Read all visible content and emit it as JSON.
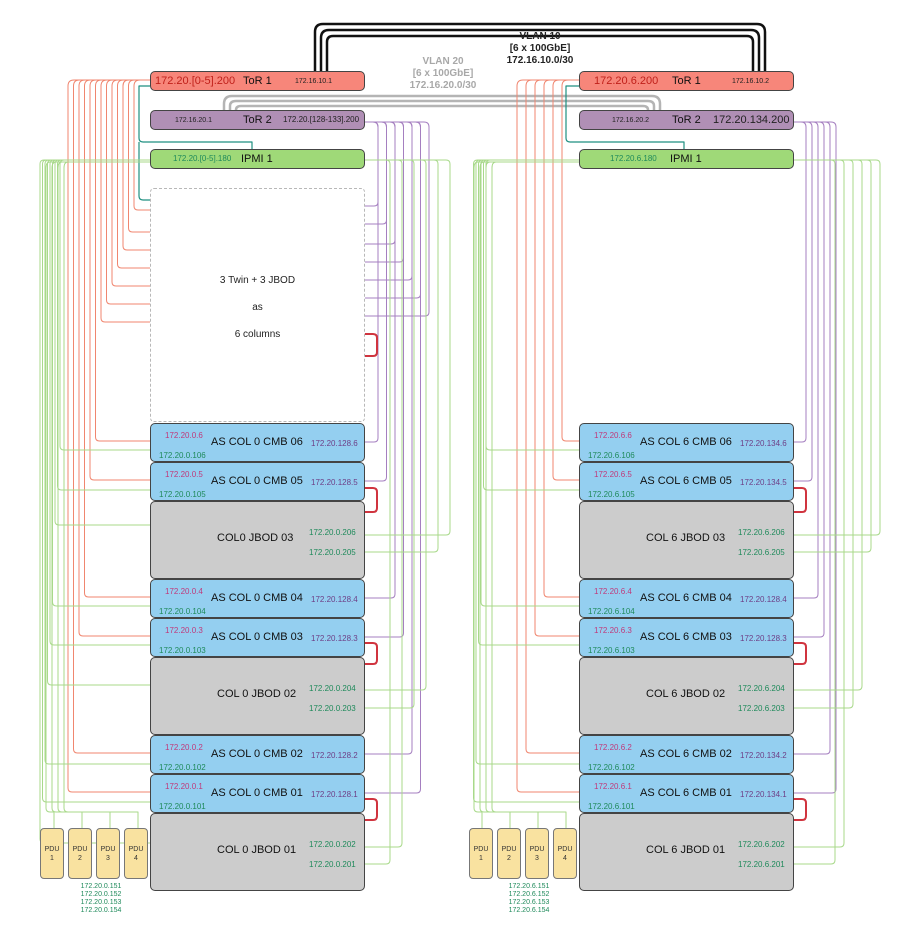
{
  "vlan10": {
    "line1": "VLAN 10",
    "line2": "[6 x 100GbE]",
    "line3": "172.16.10.0/30"
  },
  "vlan20": {
    "line1": "VLAN 20",
    "line2": "[6 x 100GbE]",
    "line3": "172.16.20.0/30"
  },
  "left": {
    "tor1": {
      "ip_main": "172.20.[0-5].200",
      "label": "ToR 1",
      "ip_link": "172.16.10.1"
    },
    "tor2": {
      "ip_link": "172.16.20.1",
      "label": "ToR 2",
      "ip_main": "172.20.[128-133].200"
    },
    "ipmi": {
      "ip": "172.20.[0-5].180",
      "label": "IPMI 1"
    },
    "note": {
      "line1": "3 Twin + 3 JBOD",
      "line2": "as",
      "line3": "6 columns"
    },
    "nodes": [
      {
        "kind": "cmb",
        "ip_top": "172.20.0.6",
        "label": "AS COL 0 CMB 06",
        "ip_right": "172.20.128.6",
        "ip_bottom": "172.20.0.106"
      },
      {
        "kind": "cmb",
        "ip_top": "172.20.0.5",
        "label": "AS COL 0 CMB 05",
        "ip_right": "172.20.128.5",
        "ip_bottom": "172.20.0.105"
      },
      {
        "kind": "jbod",
        "label": "COL0 JBOD 03",
        "ip_a": "172.20.0.206",
        "ip_b": "172.20.0.205"
      },
      {
        "kind": "cmb",
        "ip_top": "172.20.0.4",
        "label": "AS COL 0 CMB 04",
        "ip_right": "172.20.128.4",
        "ip_bottom": "172.20.0.104"
      },
      {
        "kind": "cmb",
        "ip_top": "172.20.0.3",
        "label": "AS COL 0 CMB 03",
        "ip_right": "172.20.128.3",
        "ip_bottom": "172.20.0.103"
      },
      {
        "kind": "jbod",
        "label": "COL 0 JBOD 02",
        "ip_a": "172.20.0.204",
        "ip_b": "172.20.0.203"
      },
      {
        "kind": "cmb",
        "ip_top": "172.20.0.2",
        "label": "AS COL 0 CMB 02",
        "ip_right": "172.20.128.2",
        "ip_bottom": "172.20.0.102"
      },
      {
        "kind": "cmb",
        "ip_top": "172.20.0.1",
        "label": "AS COL 0 CMB 01",
        "ip_right": "172.20.128.1",
        "ip_bottom": "172.20.0.101"
      },
      {
        "kind": "jbod",
        "label": "COL 0 JBOD 01",
        "ip_a": "172.20.0.202",
        "ip_b": "172.20.0.201"
      }
    ],
    "pdus": [
      {
        "line1": "PDU",
        "line2": "1"
      },
      {
        "line1": "PDU",
        "line2": "2"
      },
      {
        "line1": "PDU",
        "line2": "3"
      },
      {
        "line1": "PDU",
        "line2": "4"
      }
    ],
    "pdu_ips": [
      "172.20.0.151",
      "172.20.0.152",
      "172.20.0.153",
      "172.20.0.154"
    ]
  },
  "right": {
    "tor1": {
      "ip_main": "172.20.6.200",
      "label": "ToR 1",
      "ip_link": "172.16.10.2"
    },
    "tor2": {
      "ip_link": "172.16.20.2",
      "label": "ToR 2",
      "ip_main": "172.20.134.200"
    },
    "ipmi": {
      "ip": "172.20.6.180",
      "label": "IPMI 1"
    },
    "nodes": [
      {
        "kind": "cmb",
        "ip_top": "172.20.6.6",
        "label": "AS COL 6 CMB 06",
        "ip_right": "172.20.134.6",
        "ip_bottom": "172.20.6.106"
      },
      {
        "kind": "cmb",
        "ip_top": "172.20.6.5",
        "label": "AS COL 6 CMB 05",
        "ip_right": "172.20.134.5",
        "ip_bottom": "172.20.6.105"
      },
      {
        "kind": "jbod",
        "label": "COL 6 JBOD 03",
        "ip_a": "172.20.6.206",
        "ip_b": "172.20.6.205"
      },
      {
        "kind": "cmb",
        "ip_top": "172.20.6.4",
        "label": "AS COL 6 CMB 04",
        "ip_right": "172.20.128.4",
        "ip_bottom": "172.20.6.104"
      },
      {
        "kind": "cmb",
        "ip_top": "172.20.6.3",
        "label": "AS COL 6 CMB 03",
        "ip_right": "172.20.128.3",
        "ip_bottom": "172.20.6.103"
      },
      {
        "kind": "jbod",
        "label": "COL 6 JBOD 02",
        "ip_a": "172.20.6.204",
        "ip_b": "172.20.6.203"
      },
      {
        "kind": "cmb",
        "ip_top": "172.20.6.2",
        "label": "AS COL 6 CMB 02",
        "ip_right": "172.20.134.2",
        "ip_bottom": "172.20.6.102"
      },
      {
        "kind": "cmb",
        "ip_top": "172.20.6.1",
        "label": "AS COL 6 CMB 01",
        "ip_right": "172.20.134.1",
        "ip_bottom": "172.20.6.101"
      },
      {
        "kind": "jbod",
        "label": "COL 6 JBOD 01",
        "ip_a": "172.20.6.202",
        "ip_b": "172.20.6.201"
      }
    ],
    "pdus": [
      {
        "line1": "PDU",
        "line2": "1"
      },
      {
        "line1": "PDU",
        "line2": "2"
      },
      {
        "line1": "PDU",
        "line2": "3"
      },
      {
        "line1": "PDU",
        "line2": "4"
      }
    ],
    "pdu_ips": [
      "172.20.6.151",
      "172.20.6.152",
      "172.20.6.153",
      "172.20.6.154"
    ]
  },
  "colors": {
    "tor1": "#f7867a",
    "tor2": "#b08fb5",
    "ipmi": "#9fd978",
    "cmb": "#94cff0",
    "jbod": "#cccccc",
    "pdu": "#f9e2a0",
    "wire_red": "#f0866f",
    "wire_purple": "#a57fc0",
    "wire_green": "#a8d98a",
    "wire_teal": "#1f8f80",
    "wire_gray": "#b4b4b4",
    "loop_red": "#d0343f"
  }
}
